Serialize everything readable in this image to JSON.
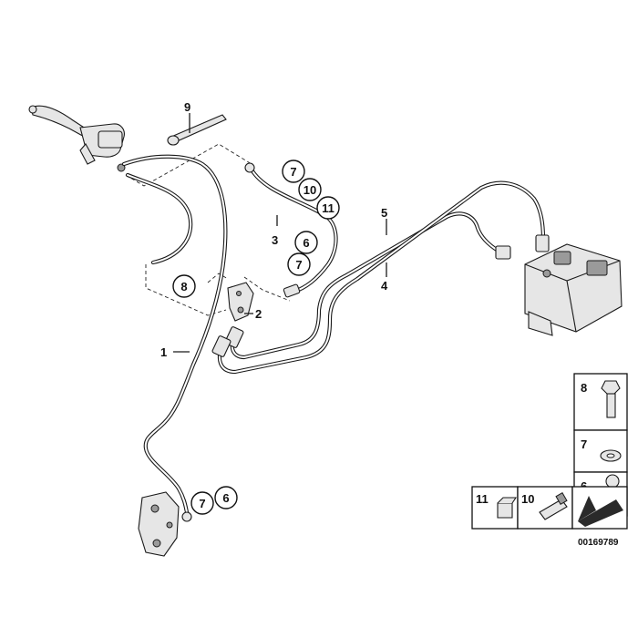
{
  "diagram": {
    "callouts": {
      "c1": "1",
      "c2": "2",
      "c3": "3",
      "c4": "4",
      "c5": "5",
      "c9": "9"
    },
    "circled": {
      "top_7": "7",
      "top_10": "10",
      "top_11": "11",
      "mid_6": "6",
      "mid_7": "7",
      "left_8": "8",
      "bottom_7": "7",
      "bottom_6": "6"
    },
    "legend": {
      "box_8": "8",
      "box_7": "7",
      "box_6": "6",
      "box_11": "11",
      "box_10": "10"
    },
    "reference_number": "00169789"
  }
}
